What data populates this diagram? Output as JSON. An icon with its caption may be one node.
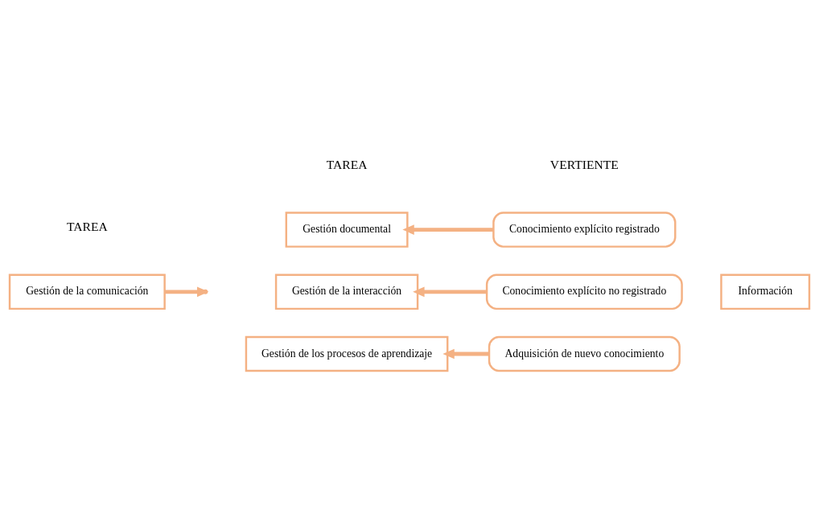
{
  "diagram": {
    "nodes": [
      {
        "text": [
          "Gestión de la comunicación"
        ]
      },
      {
        "text": [
          "Gestión documental"
        ]
      },
      {
        "text": [
          "Gestión de la interacción"
        ]
      },
      {
        "text": [
          "Gestión de los procesos de aprendizaje"
        ]
      },
      {
        "text": [
          "Conocimiento explícito registrado"
        ]
      },
      {
        "text": [
          "Conocimiento explícito no registrado"
        ]
      },
      {
        "text": [
          "Adquisición de nuevo conocimiento"
        ]
      },
      {
        "text": [
          "Información"
        ]
      }
    ],
    "edges": [
      {
        "from": 0,
        "to": null,
        "arrow": "to"
      },
      {
        "from": 4,
        "to": 1,
        "arrow": "to"
      },
      {
        "from": 5,
        "to": 2,
        "arrow": "to"
      },
      {
        "from": 6,
        "to": 3,
        "arrow": "to"
      }
    ],
    "labels": [
      "TAREA",
      "TAREA",
      "VERTIENTE"
    ]
  }
}
